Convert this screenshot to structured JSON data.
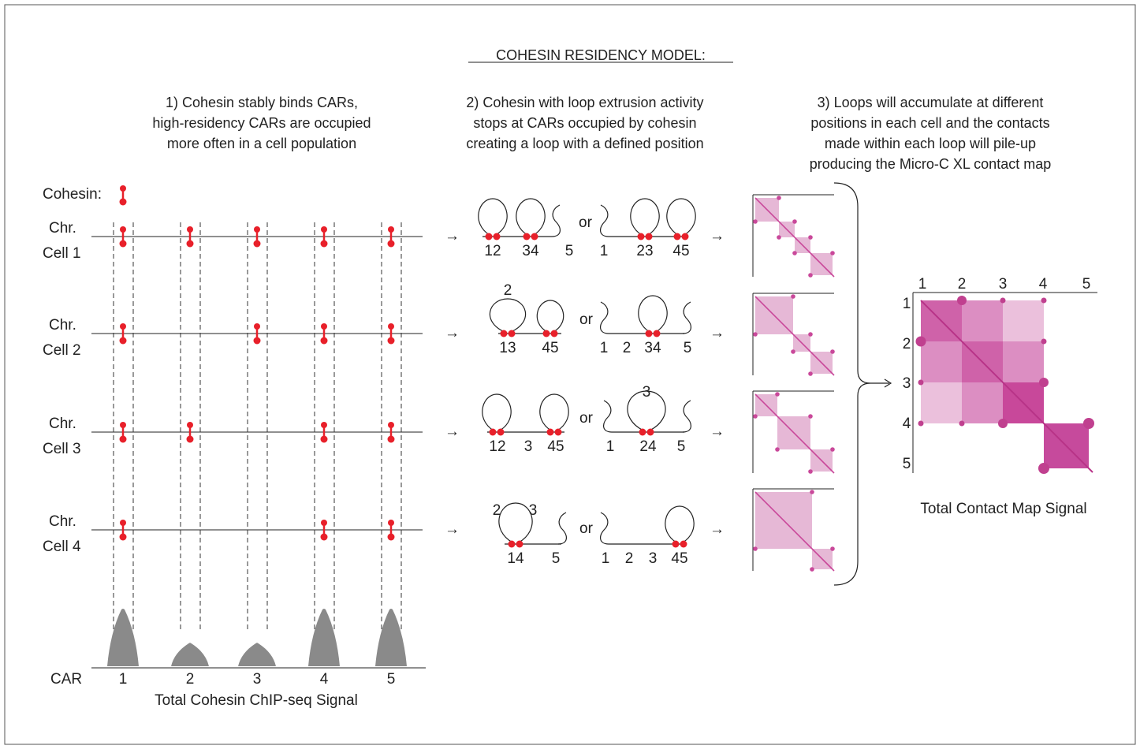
{
  "title": "COHESIN RESIDENCY MODEL:",
  "columns": [
    {
      "lines": [
        "1) Cohesin stably binds CARs,",
        "high-residency CARs are occupied",
        "more often in a cell population"
      ]
    },
    {
      "lines": [
        "2) Cohesin with loop extrusion activity",
        "stops at CARs occupied by cohesin",
        "creating a loop with a defined position"
      ]
    },
    {
      "lines": [
        "3) Loops will accumulate at different",
        "positions in each cell and the contacts",
        "made within each loop will pile-up",
        "producing the Micro-C XL contact map"
      ]
    }
  ],
  "cohesin_label": "Cohesin:",
  "chr_label": "Chr.",
  "cells": [
    {
      "label": "Cell 1",
      "occupied": [
        1,
        2,
        3,
        4,
        5
      ],
      "option_a_numbers": [
        "12",
        "34",
        "5"
      ],
      "option_b_numbers": [
        "1",
        "23",
        "45"
      ]
    },
    {
      "label": "Cell 2",
      "occupied": [
        1,
        3,
        4,
        5
      ],
      "option_a_numbers": [
        "13",
        "45"
      ],
      "option_a_top": "2",
      "option_b_numbers": [
        "1",
        "2",
        "34",
        "5"
      ]
    },
    {
      "label": "Cell 3",
      "occupied": [
        1,
        2,
        4,
        5
      ],
      "option_a_numbers": [
        "12",
        "3",
        "45"
      ],
      "option_b_numbers": [
        "1",
        "24",
        "5"
      ],
      "option_b_top": "3"
    },
    {
      "label": "Cell 4",
      "occupied": [
        1,
        4,
        5
      ],
      "option_a_numbers": [
        "14",
        "5"
      ],
      "option_a_top": [
        "2",
        "3"
      ],
      "option_b_numbers": [
        "1",
        "2",
        "3",
        "45"
      ]
    }
  ],
  "or_label": "or",
  "arrow_glyph": "→",
  "car_label": "CAR",
  "car_numbers": [
    "1",
    "2",
    "3",
    "4",
    "5"
  ],
  "chip_relative_signal": [
    1.0,
    0.4,
    0.4,
    1.0,
    1.0
  ],
  "chip_caption": "Total Cohesin ChIP-seq Signal",
  "map_numbers": [
    "1",
    "2",
    "3",
    "4",
    "5"
  ],
  "map_caption": "Total Contact Map Signal",
  "colors": {
    "cohesin": "#e8202a",
    "magenta": "#c9489a",
    "light_pink": "#e6b8d6",
    "grey_peak": "#8a8a8a",
    "line": "#222222"
  }
}
